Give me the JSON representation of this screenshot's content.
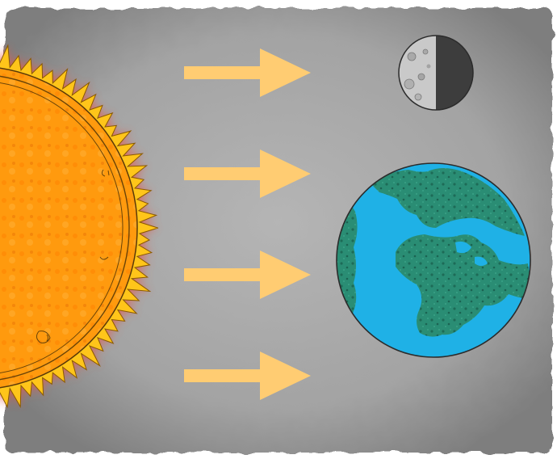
{
  "diagram": {
    "subjects": [
      "sun",
      "moon",
      "earth"
    ],
    "light_rays": {
      "count": 4,
      "direction": "left-to-right",
      "icon": "arrow-right-icon"
    },
    "moon": {
      "phase": "first-quarter",
      "lit_side": "left"
    },
    "colors": {
      "panel_center": "#b5b5b5",
      "panel_edge": "#7e7e7e",
      "sun_fill": "#ff9a0e",
      "sun_rim": "#e07a0c",
      "sun_corona": "#ffc51a",
      "sun_glow": "#e8574a",
      "arrow": "#ffcc72",
      "moon_lit": "#c9c9c9",
      "moon_dark": "#3d3d3d",
      "ocean": "#1fb1e6",
      "land": "#2a8d74",
      "outline": "#2b2b2b"
    }
  }
}
